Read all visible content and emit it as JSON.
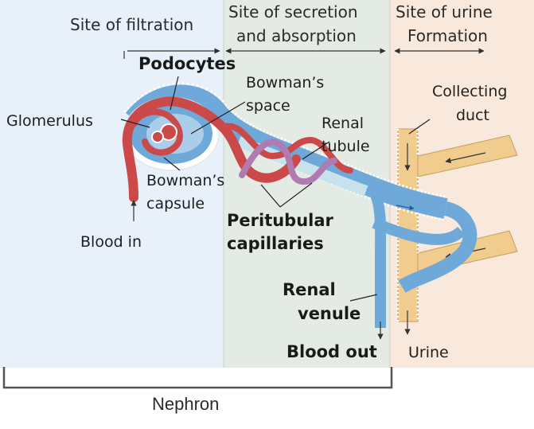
{
  "colors": {
    "zone_filtration": "#e8f0f9",
    "zone_secretion": "#e3ebe4",
    "zone_urine": "#f8e9dc",
    "capillary_red": "#cc4949",
    "tubule_blue": "#6ea9da",
    "duct_tan": "#f1cc8f",
    "bracket": "#555555"
  },
  "headers": {
    "filtration": "Site of filtration",
    "secretion_line1": "Site of secretion",
    "secretion_line2": "and absorption",
    "urine_line1": "Site of urine",
    "urine_line2": "Formation"
  },
  "labels": {
    "podocytes": "Podocytes",
    "bowmans_space_line1": "Bowman’s",
    "bowmans_space_line2": "space",
    "glomerulus": "Glomerulus",
    "renal_tubule_line1": "Renal",
    "renal_tubule_line2": "tubule",
    "collecting_duct_line1": "Collecting",
    "collecting_duct_line2": "duct",
    "bowmans_capsule_line1": "Bowman’s",
    "bowmans_capsule_line2": "capsule",
    "peritubular_line1": "Peritubular",
    "peritubular_line2": "capillaries",
    "blood_in": "Blood in",
    "renal_venule_line1": "Renal",
    "renal_venule_line2": "venule",
    "blood_out": "Blood out",
    "urine": "Urine",
    "nephron": "Nephron"
  }
}
